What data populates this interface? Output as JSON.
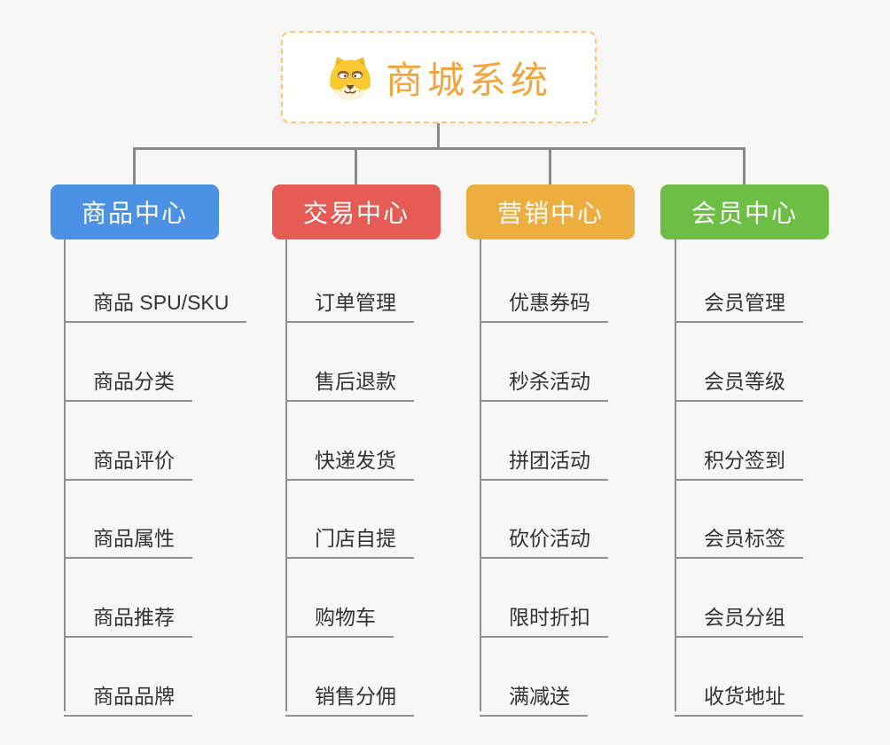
{
  "root": {
    "title": "商城系统",
    "icon": "dog-face-icon",
    "title_color": "#F2A53C",
    "border_color": "#F6C878"
  },
  "branches": [
    {
      "label": "商品中心",
      "color": "#4B92E5",
      "items": [
        "商品 SPU/SKU",
        "商品分类",
        "商品评价",
        "商品属性",
        "商品推荐",
        "商品品牌"
      ]
    },
    {
      "label": "交易中心",
      "color": "#E65C55",
      "items": [
        "订单管理",
        "售后退款",
        "快递发货",
        "门店自提",
        "购物车",
        "销售分佣"
      ]
    },
    {
      "label": "营销中心",
      "color": "#EEAD3F",
      "items": [
        "优惠券码",
        "秒杀活动",
        "拼团活动",
        "砍价活动",
        "限时折扣",
        "满减送"
      ]
    },
    {
      "label": "会员中心",
      "color": "#6DBE45",
      "items": [
        "会员管理",
        "会员等级",
        "积分签到",
        "会员标签",
        "会员分组",
        "收货地址"
      ]
    }
  ],
  "style": {
    "background": "#F7F7F6",
    "line_color": "#8A8A8A",
    "underline_color": "#929292",
    "item_text_color": "#333333"
  }
}
